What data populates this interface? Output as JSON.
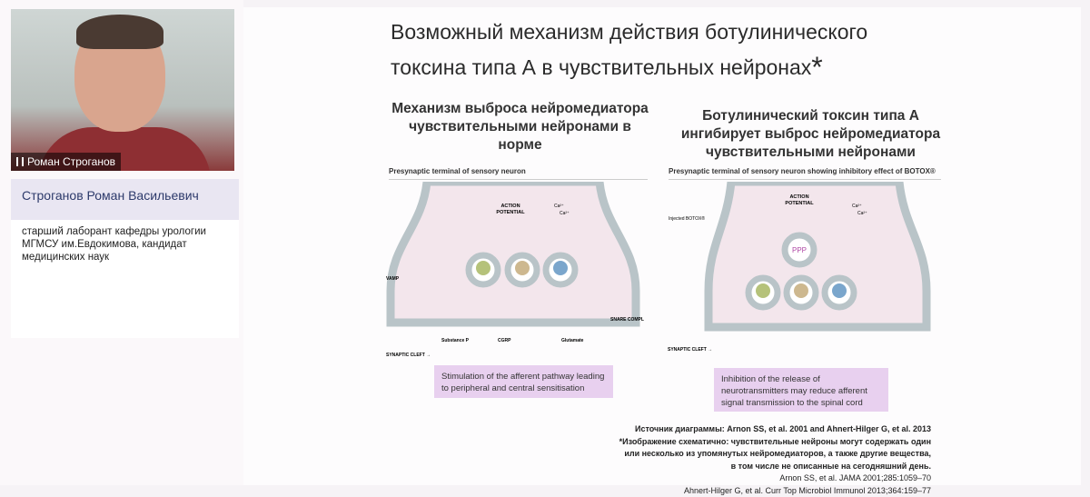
{
  "participant": {
    "video_label": "Роман Строганов",
    "full_name": "Строганов Роман Васильевич",
    "description": "старший лаборант кафедры урологии МГМСУ им.Евдокимова, кандидат медицинских наук"
  },
  "slide": {
    "title_line1": "Возможный механизм действия ботулинического",
    "title_line2": "токсина типа А в чувствительных нейронах",
    "title_star": "*",
    "left": {
      "heading": "Механизм выброса нейромедиатора чувствительными нейронами в норме",
      "caption": "Presynaptic terminal of sensory neuron",
      "labels": {
        "action": "ACTION",
        "potential": "POTENTIAL",
        "ca1": "Ca²⁺",
        "ca2": "Ca²⁺",
        "vamp": "VAMP",
        "snare": "SNARE COMPL",
        "subp": "Substance P",
        "cgrp": "CGRP",
        "glu": "Glutamate",
        "cleft": "SYNAPTIC CLEFT →"
      },
      "box": "Stimulation of the afferent pathway leading to peripheral and central sensitisation"
    },
    "right": {
      "heading": "Ботулинический токсин типа А ингибирует выброс нейромедиатора чувствительными нейронами",
      "caption": "Presynaptic terminal of sensory neuron showing inhibitory effect of BOTOX®",
      "labels": {
        "action": "ACTION",
        "potential": "POTENTIAL",
        "ca1": "Ca²⁺",
        "ca2": "Ca²⁺",
        "injected": "Injected BOTOX®",
        "cleft": "SYNAPTIC CLEFT →"
      },
      "box": "Inhibition of the release of neurotransmitters may reduce afferent signal transmission to the spinal cord"
    },
    "source": "Источник диаграммы: Arnon SS, et al. 2001 and Ahnert-Hilger G, et al. 2013",
    "note": "*Изображение схематично: чувствительные нейроны могут содержать один или несколько из упомянутых нейромедиаторов, а также другие вещества, в том числе не описанные на сегодняшний день.",
    "ref1": "Arnon SS, et al. JAMA 2001;285:1059–70",
    "ref2": "Ahnert-Hilger G, et al. Curr Top Microbiol Immunol 2013;364:159–77"
  },
  "colors": {
    "membrane": "#b9c4c8",
    "cytoplasm": "#f3e6ec",
    "box": "#e8d0ef",
    "green": "#b5c27a",
    "tan": "#cdb88f",
    "blue": "#7aa6cc",
    "toxin": "#b04aa6"
  }
}
